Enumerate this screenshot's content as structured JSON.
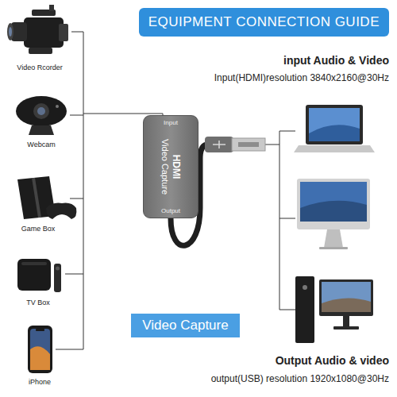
{
  "diagram": {
    "title": "EQUIPMENT CONNECTION GUIDE",
    "nodes": [
      {
        "text": [
          "Input",
          "HDMI",
          "Video Capture",
          "Output"
        ]
      },
      {
        "text": [
          "Video Capture"
        ]
      }
    ],
    "labels": [
      "Video Rcorder",
      "Webcam",
      "Game Box",
      "TV Box",
      "iPhone",
      "input Audio & Video",
      "Input(HDMI)resolution 3840x2160@30Hz",
      "Output Audio & video",
      "output(USB) resolution 1920x1080@30Hz"
    ]
  }
}
